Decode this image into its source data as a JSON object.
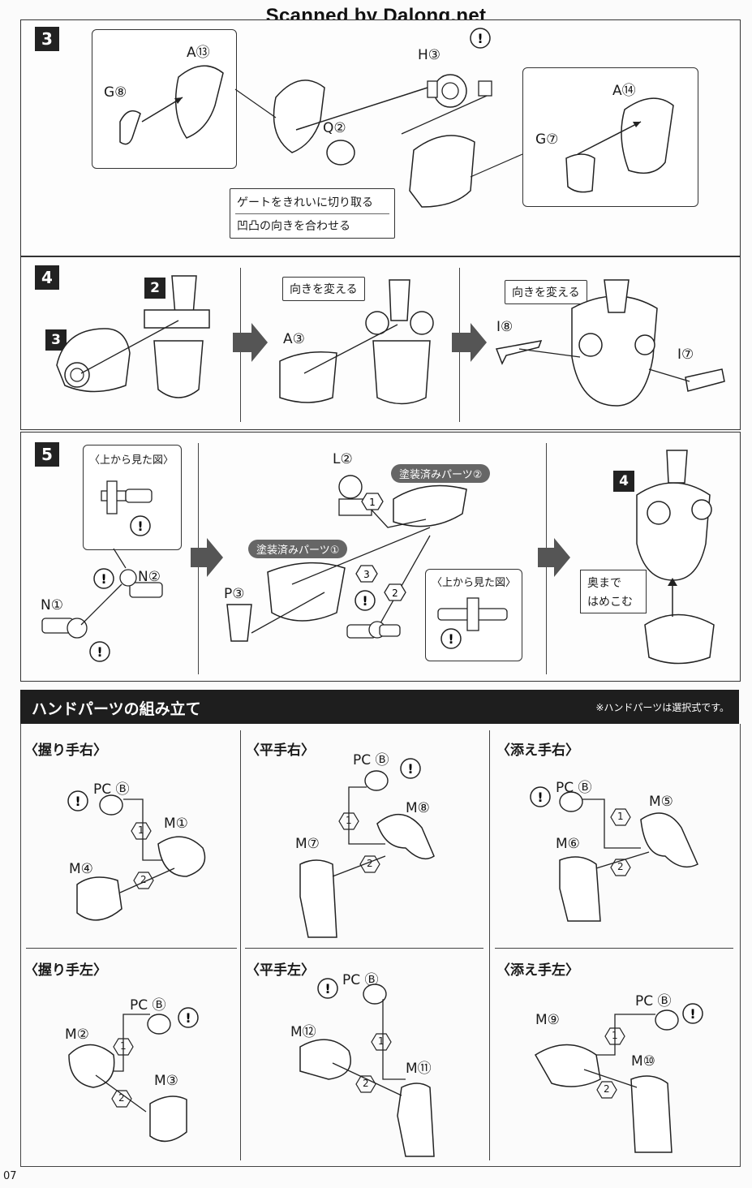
{
  "watermark": "Scanned by Dalong.net",
  "page_number": "07",
  "step3": {
    "num": "3",
    "labels": {
      "a13": "A⑬",
      "g8": "G⑧",
      "h3": "H③",
      "q2": "Q②",
      "a14": "A⑭",
      "g7": "G⑦"
    },
    "callout_line1": "ゲートをきれいに切り取る",
    "callout_line2": "凹凸の向きを合わせる"
  },
  "step4": {
    "num": "4",
    "sub2": "2",
    "sub3": "3",
    "a3": "A③",
    "callout_a": "向きを変える",
    "callout_b": "向きを変える",
    "i8": "I⑧",
    "i7": "I⑦"
  },
  "step5": {
    "num": "5",
    "topview_a": "〈上から見た図〉",
    "topview_b": "〈上から見た図〉",
    "n1": "N①",
    "n2": "N②",
    "l2": "L②",
    "p3": "P③",
    "painted1": "塗装済みパーツ①",
    "painted2": "塗装済みパーツ②",
    "seq1": "1",
    "seq2": "2",
    "seq3": "3",
    "sub4": "4",
    "push_line1": "奥まで",
    "push_line2": "はめこむ"
  },
  "hands": {
    "title": "ハンドパーツの組み立て",
    "note": "※ハンドパーツは選択式です。",
    "grip_right": {
      "title": "〈握り手右〉",
      "pc": "PC Ⓑ",
      "m_a": "M①",
      "m_b": "M④",
      "s1": "1",
      "s2": "2"
    },
    "flat_right": {
      "title": "〈平手右〉",
      "pc": "PC Ⓑ",
      "m_a": "M⑧",
      "m_b": "M⑦",
      "s1": "1",
      "s2": "2"
    },
    "attach_right": {
      "title": "〈添え手右〉",
      "pc": "PC Ⓑ",
      "m_a": "M⑤",
      "m_b": "M⑥",
      "s1": "1",
      "s2": "2"
    },
    "grip_left": {
      "title": "〈握り手左〉",
      "pc": "PC Ⓑ",
      "m_a": "M②",
      "m_b": "M③",
      "s1": "1",
      "s2": "2"
    },
    "flat_left": {
      "title": "〈平手左〉",
      "pc": "PC Ⓑ",
      "m_a": "M⑫",
      "m_b": "M⑪",
      "s1": "1",
      "s2": "2"
    },
    "attach_left": {
      "title": "〈添え手左〉",
      "pc": "PC Ⓑ",
      "m_a": "M⑨",
      "m_b": "M⑩",
      "s1": "1",
      "s2": "2"
    }
  }
}
